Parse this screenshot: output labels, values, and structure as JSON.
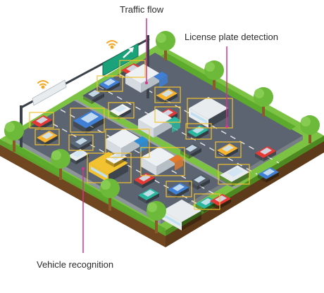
{
  "callouts": {
    "traffic_flow": "Traffic flow",
    "license_plate_detection": "License plate detection",
    "vehicle_recognition": "Vehicle recognition"
  },
  "colors": {
    "callout_line": "#d6338f",
    "detection_box": "#f2c230",
    "road": "#5b6470",
    "grass": "#7cc243",
    "sign": "#1aa37a",
    "wifi": "#f6a623"
  },
  "icons": [
    "wifi-icon",
    "arrow-up-right-icon",
    "tree-icon",
    "bus-icon",
    "car-icon",
    "truck-icon",
    "van-icon"
  ]
}
